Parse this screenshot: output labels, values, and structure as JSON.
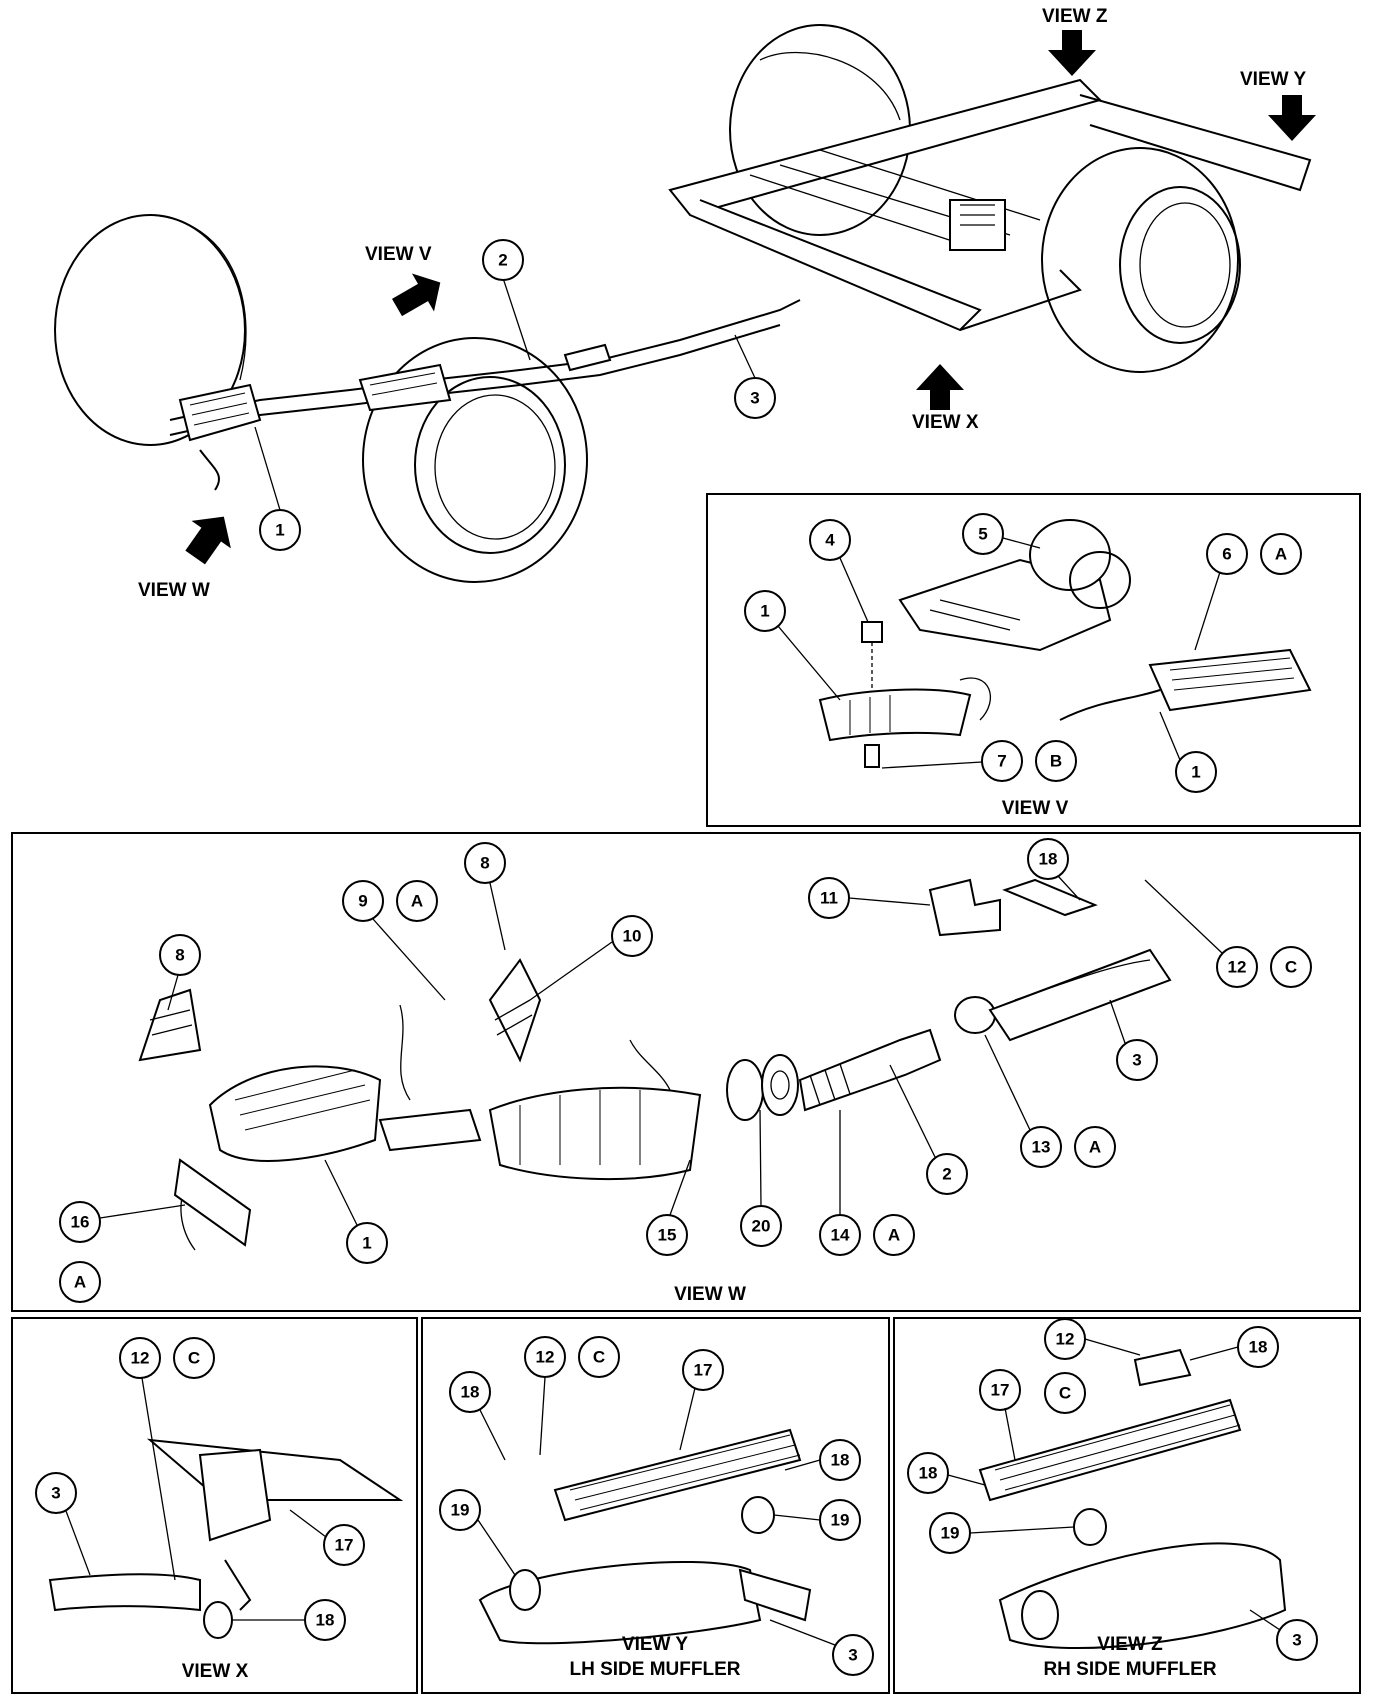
{
  "overview": {
    "labels": {
      "view_z": "VIEW Z",
      "view_y": "VIEW Y",
      "view_v": "VIEW V",
      "view_x": "VIEW X",
      "view_w": "VIEW W"
    },
    "callouts": [
      "1",
      "2",
      "3"
    ]
  },
  "view_v_panel": {
    "title": "VIEW V",
    "callouts": [
      "1",
      "4",
      "5",
      "6",
      "A",
      "7",
      "B",
      "1"
    ]
  },
  "view_w_panel": {
    "title": "VIEW W",
    "callouts": [
      "8",
      "9",
      "A",
      "8",
      "10",
      "11",
      "18",
      "12",
      "C",
      "3",
      "13",
      "A",
      "2",
      "14",
      "A",
      "20",
      "15",
      "1",
      "16",
      "A"
    ]
  },
  "view_x_panel": {
    "title": "VIEW X",
    "callouts": [
      "12",
      "C",
      "3",
      "17",
      "18"
    ]
  },
  "view_y_panel": {
    "title_line1": "VIEW Y",
    "title_line2": "LH SIDE MUFFLER",
    "callouts": [
      "12",
      "C",
      "17",
      "18",
      "18",
      "19",
      "19",
      "3"
    ]
  },
  "view_z_panel": {
    "title_line1": "VIEW Z",
    "title_line2": "RH SIDE MUFFLER",
    "callouts": [
      "12",
      "18",
      "17",
      "C",
      "18",
      "19",
      "3"
    ]
  }
}
